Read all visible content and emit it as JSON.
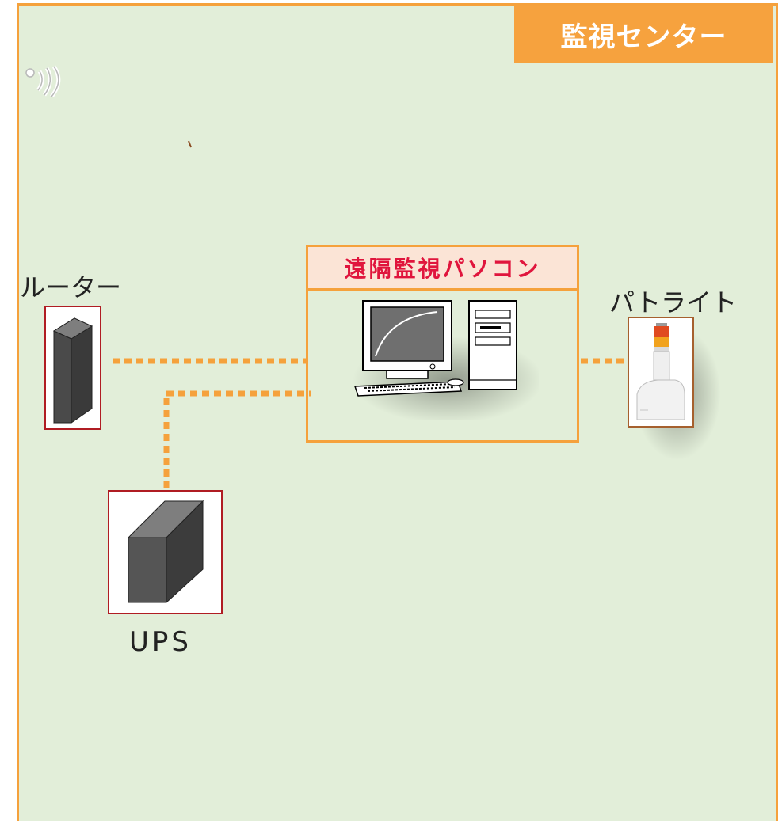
{
  "zone": {
    "title": "監視センター"
  },
  "pc": {
    "title": "遠隔監視パソコン"
  },
  "devices": {
    "router": "ルーター",
    "patlite": "パトライト",
    "ups": "UPS"
  },
  "colors": {
    "zone_fill": "#e2eed9",
    "accent_orange": "#f6a23e",
    "pc_title_text": "#e0153d",
    "pc_title_fill": "#fbe4d6",
    "device_border": "#b01c23"
  },
  "icons": {
    "signal": "wireless-signal-icon",
    "router": "router-device-icon",
    "ups": "ups-device-icon",
    "pc": "desktop-computer-icon",
    "patlite": "signal-tower-light-icon"
  }
}
